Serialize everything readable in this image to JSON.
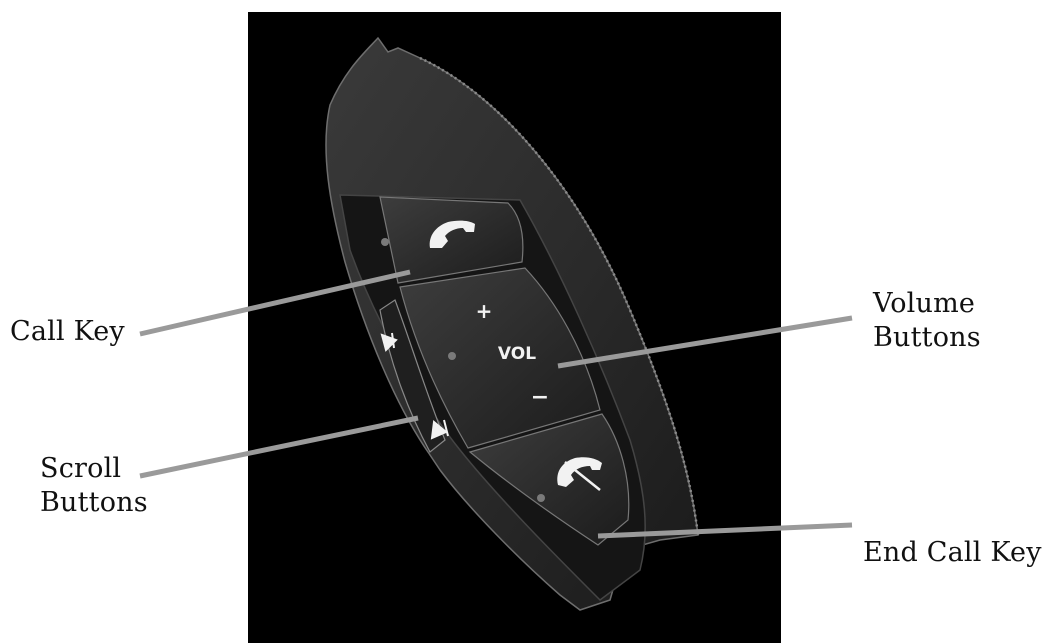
{
  "labels": {
    "call_key": "Call Key",
    "volume_line1": "Volume",
    "volume_line2": "Buttons",
    "scroll_line1": "Scroll",
    "scroll_line2": "Buttons",
    "end_call_key": "End Call Key"
  },
  "device": {
    "vol_label": "VOL",
    "plus": "+",
    "minus": "−"
  },
  "colors": {
    "background": "#ffffff",
    "photo_bg": "#000000",
    "leader_line": "#9a9a9a"
  }
}
